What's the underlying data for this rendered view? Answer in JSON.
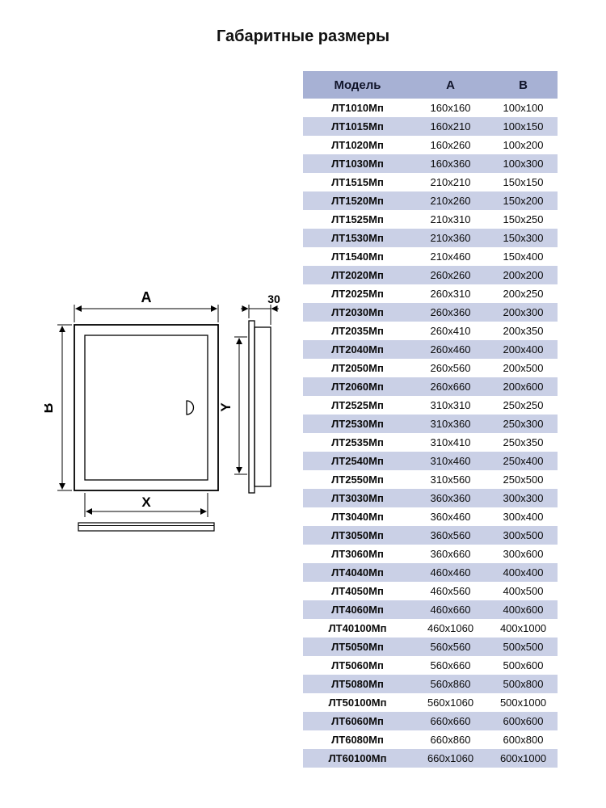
{
  "page": {
    "title": "Габаритные размеры"
  },
  "diagram": {
    "labels": {
      "width_a": "A",
      "height_b": "B",
      "inner_width_x": "X",
      "inner_height_y": "Y",
      "depth": "30"
    }
  },
  "table": {
    "headers": [
      "Модель",
      "А",
      "В"
    ],
    "rows": [
      [
        "ЛТ1010Мп",
        "160х160",
        "100х100"
      ],
      [
        "ЛТ1015Мп",
        "160х210",
        "100х150"
      ],
      [
        "ЛТ1020Мп",
        "160х260",
        "100х200"
      ],
      [
        "ЛТ1030Мп",
        "160х360",
        "100х300"
      ],
      [
        "ЛТ1515Мп",
        "210х210",
        "150х150"
      ],
      [
        "ЛТ1520Мп",
        "210х260",
        "150х200"
      ],
      [
        "ЛТ1525Мп",
        "210х310",
        "150х250"
      ],
      [
        "ЛТ1530Мп",
        "210х360",
        "150х300"
      ],
      [
        "ЛТ1540Мп",
        "210х460",
        "150х400"
      ],
      [
        "ЛТ2020Мп",
        "260х260",
        "200х200"
      ],
      [
        "ЛТ2025Мп",
        "260х310",
        "200х250"
      ],
      [
        "ЛТ2030Мп",
        "260х360",
        "200х300"
      ],
      [
        "ЛТ2035Мп",
        "260х410",
        "200х350"
      ],
      [
        "ЛТ2040Мп",
        "260х460",
        "200х400"
      ],
      [
        "ЛТ2050Мп",
        "260х560",
        "200х500"
      ],
      [
        "ЛТ2060Мп",
        "260х660",
        "200х600"
      ],
      [
        "ЛТ2525Мп",
        "310х310",
        "250х250"
      ],
      [
        "ЛТ2530Мп",
        "310х360",
        "250х300"
      ],
      [
        "ЛТ2535Мп",
        "310х410",
        "250х350"
      ],
      [
        "ЛТ2540Мп",
        "310х460",
        "250х400"
      ],
      [
        "ЛТ2550Мп",
        "310х560",
        "250х500"
      ],
      [
        "ЛТ3030Мп",
        "360х360",
        "300х300"
      ],
      [
        "ЛТ3040Мп",
        "360х460",
        "300х400"
      ],
      [
        "ЛТ3050Мп",
        "360х560",
        "300х500"
      ],
      [
        "ЛТ3060Мп",
        "360х660",
        "300х600"
      ],
      [
        "ЛТ4040Мп",
        "460х460",
        "400х400"
      ],
      [
        "ЛТ4050Мп",
        "460х560",
        "400х500"
      ],
      [
        "ЛТ4060Мп",
        "460х660",
        "400х600"
      ],
      [
        "ЛТ40100Мп",
        "460х1060",
        "400х1000"
      ],
      [
        "ЛТ5050Мп",
        "560х560",
        "500х500"
      ],
      [
        "ЛТ5060Мп",
        "560х660",
        "500х600"
      ],
      [
        "ЛТ5080Мп",
        "560х860",
        "500х800"
      ],
      [
        "ЛТ50100Мп",
        "560х1060",
        "500х1000"
      ],
      [
        "ЛТ6060Мп",
        "660х660",
        "600х600"
      ],
      [
        "ЛТ6080Мп",
        "660х860",
        "600х800"
      ],
      [
        "ЛТ60100Мп",
        "660х1060",
        "600х1000"
      ]
    ]
  },
  "colors": {
    "header_bg": "#a7b1d4",
    "row_alt_bg": "#cad0e6"
  }
}
